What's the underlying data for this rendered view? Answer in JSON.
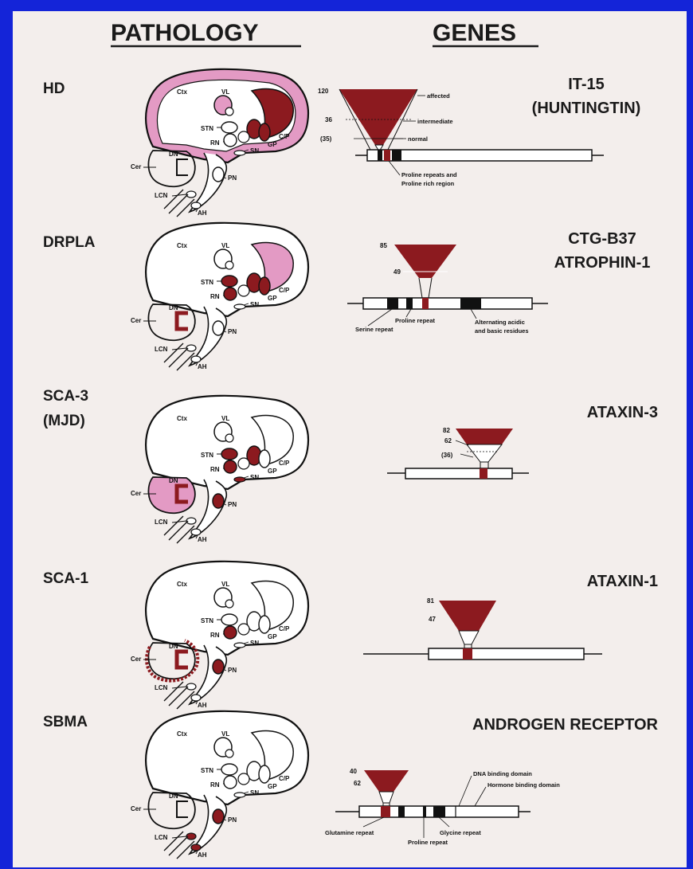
{
  "headers": {
    "pathology": "PATHOLOGY",
    "genes": "GENES"
  },
  "brain_labels": {
    "ctx": "Ctx",
    "vl": "VL",
    "stn": "STN",
    "rn": "RN",
    "sn": "SN",
    "gp": "GP",
    "cp": "C/P",
    "dn": "DN",
    "cer": "Cer",
    "pn": "PN",
    "lcn": "LCN",
    "ah": "AH"
  },
  "colors": {
    "affected": "#8c1a1f",
    "partial": "#e39ac4",
    "line": "#111111",
    "background": "#f3eeec",
    "frame": "#1424d8"
  },
  "rows": [
    {
      "label": "HD",
      "gene_lines": [
        "IT-15",
        "(HUNTINGTIN)"
      ],
      "numbers": [
        "120",
        "36",
        "(35)"
      ],
      "notes": [
        "affected",
        "intermediate",
        "normal",
        "Proline repeats and",
        "Proline rich region"
      ]
    },
    {
      "label": "DRPLA",
      "gene_lines": [
        "CTG-B37",
        "ATROPHIN-1"
      ],
      "numbers": [
        "85",
        "49"
      ],
      "notes": [
        "Proline repeat",
        "Serine repeat",
        "Alternating acidic",
        "and basic residues"
      ]
    },
    {
      "label_lines": [
        "SCA-3",
        "(MJD)"
      ],
      "gene_lines": [
        "ATAXIN-3"
      ],
      "numbers": [
        "82",
        "62",
        "(36)"
      ]
    },
    {
      "label": "SCA-1",
      "gene_lines": [
        "ATAXIN-1"
      ],
      "numbers": [
        "81",
        "47"
      ]
    },
    {
      "label": "SBMA",
      "gene_lines": [
        "ANDROGEN RECEPTOR"
      ],
      "numbers": [
        "40",
        "62"
      ],
      "notes": [
        "DNA binding domain",
        "Hormone binding domain",
        "Glutamine repeat",
        "Glycine repeat",
        "Proline repeat"
      ]
    }
  ]
}
